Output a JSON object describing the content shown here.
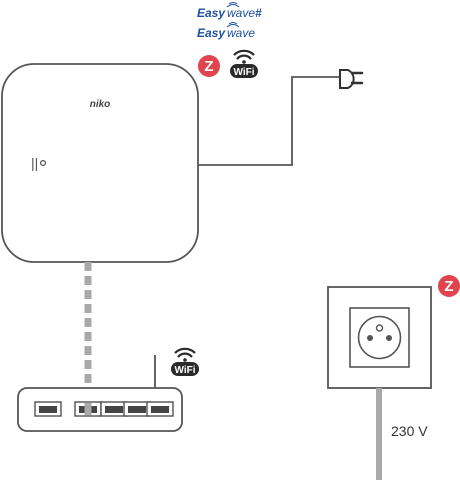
{
  "hub": {
    "brand": "niko",
    "indicator": "||"
  },
  "labels": {
    "easywave_top_brand": "Easy",
    "easywave_top_suffix": "wave",
    "easywave_top_mark": "#",
    "easywave_bottom_brand": "Easy",
    "easywave_bottom_suffix": "wave",
    "wifi_badge": "WiFi",
    "zigbee_mark": "Z",
    "voltage": "230 V"
  },
  "icons": {
    "hub": "smart-hub-icon",
    "plug": "power-plug-icon",
    "router": "network-router-icon",
    "socket": "wall-socket-icon",
    "zigbee": "zigbee-icon",
    "wifi": "wifi-icon"
  },
  "colors": {
    "line": "#555555",
    "cable_gray": "#a9a9a9",
    "zigbee_red": "#e0454f",
    "easywave_blue": "#1f4fa0",
    "wifi_dark": "#2a2a2a"
  }
}
